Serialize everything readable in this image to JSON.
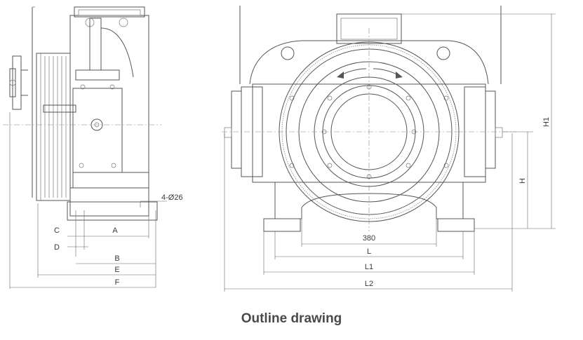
{
  "caption": "Outline drawing",
  "side_view": {
    "labels": {
      "a": "A",
      "b": "B",
      "c": "C",
      "d": "D",
      "e": "E",
      "f": "F",
      "holes": "4-Ø26"
    }
  },
  "front_view": {
    "labels": {
      "d380": "380",
      "l": "L",
      "l1": "L1",
      "l2": "L2",
      "h": "H",
      "h1": "H1"
    }
  },
  "colors": {
    "line": "#555555",
    "text": "#3a3a3a",
    "caption": "#4a4a4a"
  }
}
